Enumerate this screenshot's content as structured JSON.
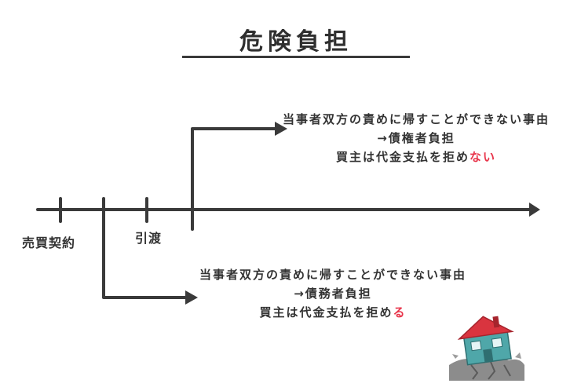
{
  "title": "危険負担",
  "timeline": {
    "labels": {
      "contract": "売買契約",
      "delivery": "引渡"
    }
  },
  "after_delivery": {
    "line1": "当事者双方の責めに帰すことができない事由",
    "line2": "→債権者負担",
    "line3_prefix": "買主は代金支払を拒め",
    "line3_highlight": "ない"
  },
  "before_delivery": {
    "line1": "当事者双方の責めに帰すことができない事由",
    "line2": "→債務者負担",
    "line3_prefix": "買主は代金支払を拒め",
    "line3_highlight": "る"
  },
  "colors": {
    "line": "#3a3a3a",
    "highlight": "#e8344a",
    "house_wall": "#4fa7a9",
    "house_roof": "#d9343f",
    "ground": "#8c8c8c"
  },
  "icons": {
    "illustration": "collapsing-house-icon"
  }
}
